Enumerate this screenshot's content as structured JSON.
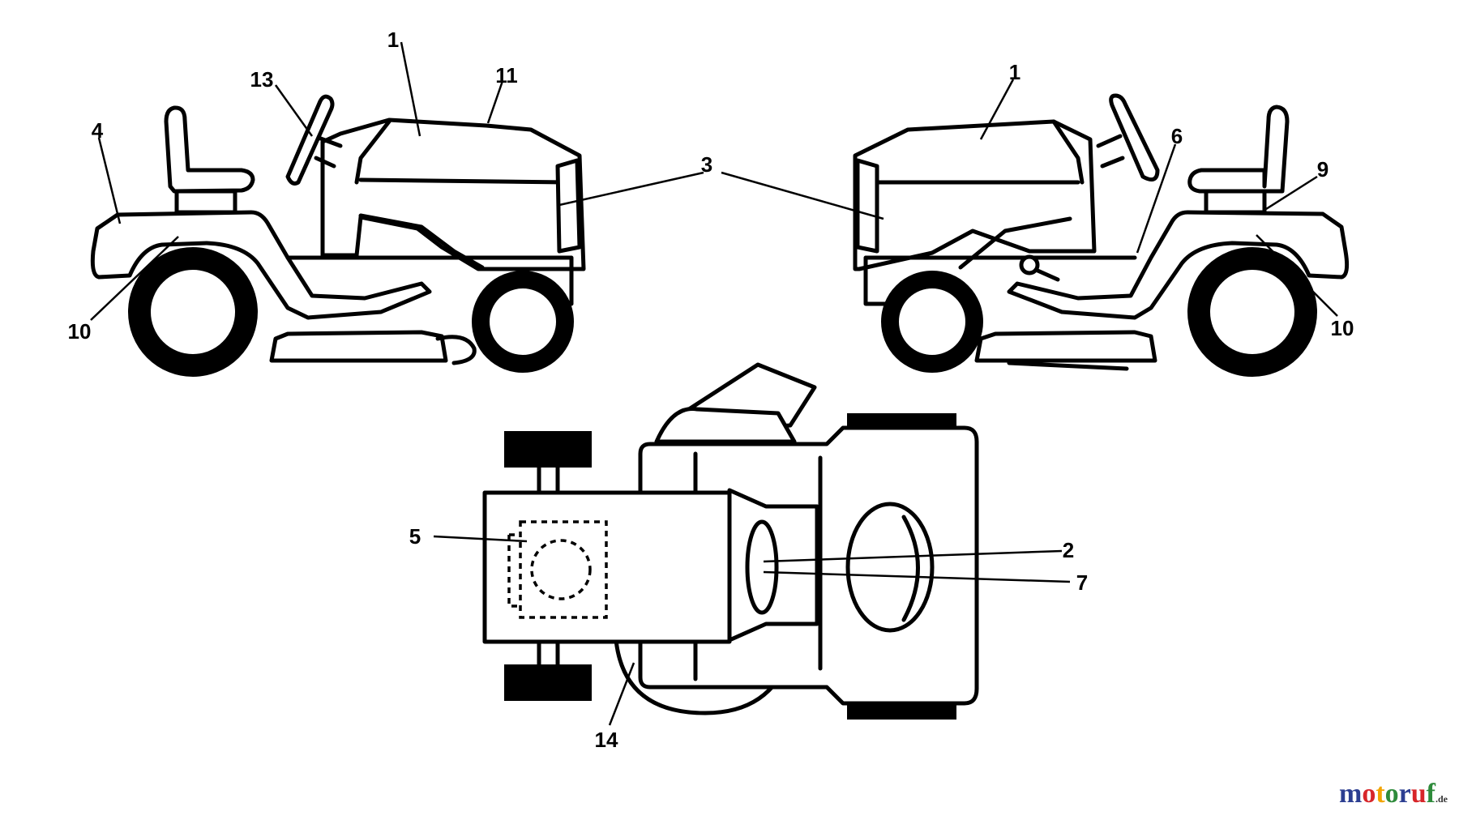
{
  "labels": {
    "left_1": "1",
    "left_11": "11",
    "left_13": "13",
    "left_4": "4",
    "left_10": "10",
    "mid_3": "3",
    "right_1": "1",
    "right_6": "6",
    "right_9": "9",
    "right_10": "10",
    "top_5": "5",
    "top_2": "2",
    "top_7": "7",
    "top_14": "14"
  },
  "watermark": {
    "letters": [
      "m",
      "o",
      "t",
      "o",
      "r",
      "u",
      "f"
    ],
    "colors": [
      "#2c3e91",
      "#d7262a",
      "#f2a400",
      "#2e8b3b",
      "#2c3e91",
      "#d7262a",
      "#2e8b3b"
    ],
    "suffix": ".de"
  }
}
